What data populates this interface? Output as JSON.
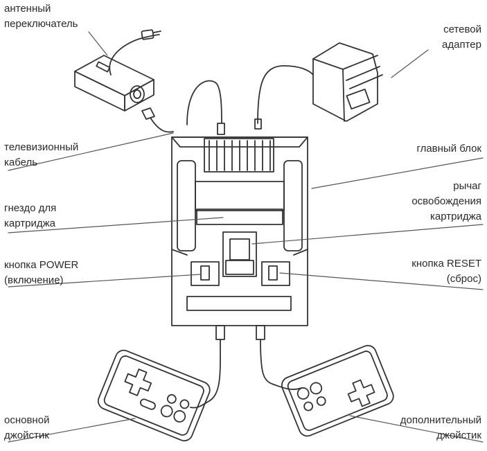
{
  "labels": {
    "antenna_switch": [
      "антенный",
      "переключатель"
    ],
    "power_adapter": [
      "сетевой",
      "адаптер"
    ],
    "tv_cable": [
      "телевизионный",
      "кабель"
    ],
    "main_unit": [
      "главный блок"
    ],
    "cartridge_slot": [
      "гнездо для",
      "картриджа"
    ],
    "eject_lever": [
      "рычаг",
      "освобождения",
      "картриджа"
    ],
    "power_button": [
      "кнопка POWER",
      "(включение)"
    ],
    "reset_button": [
      "кнопка RESET",
      "(сброс)"
    ],
    "main_joystick": [
      "основной",
      "джойстик"
    ],
    "extra_joystick": [
      "дополнительный",
      "джойстик"
    ]
  },
  "colors": {
    "line": "#333333",
    "text": "#2a2a2a",
    "background": "#ffffff"
  }
}
